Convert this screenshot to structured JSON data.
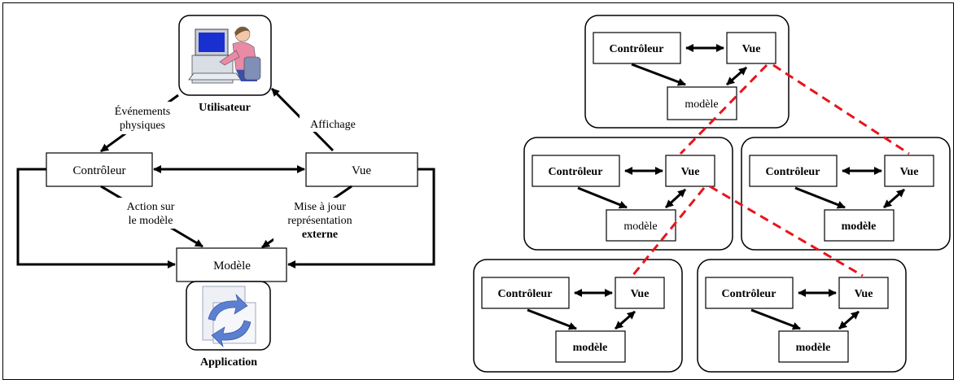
{
  "left": {
    "user_caption": "Utilisateur",
    "app_caption": "Application",
    "controller": "Contrôleur",
    "view": "Vue",
    "model": "Modèle",
    "events_line1": "Événements",
    "events_line2": "physiques",
    "display": "Affichage",
    "action_line1": "Action sur",
    "action_line2": "le modèle",
    "update_line1": "Mise à jour",
    "update_line2": "représentation",
    "update_line3": "externe"
  },
  "right": {
    "units": [
      {
        "controller": "Contrôleur",
        "view": "Vue",
        "model": "modèle",
        "model_bold": false
      },
      {
        "controller": "Contrôleur",
        "view": "Vue",
        "model": "modèle",
        "model_bold": false
      },
      {
        "controller": "Contrôleur",
        "view": "Vue",
        "model": "modèle",
        "model_bold": true
      },
      {
        "controller": "Contrôleur",
        "view": "Vue",
        "model": "modèle",
        "model_bold": true
      },
      {
        "controller": "Contrôleur",
        "view": "Vue",
        "model": "modèle",
        "model_bold": true
      }
    ]
  },
  "colors": {
    "hierarchy_dash": "#e8141c",
    "line": "#000000",
    "monitor_screen": "#1a2fd0",
    "person_shirt": "#e98aa6",
    "app_arrows": "#5b7fd1"
  },
  "icons": [
    "user-at-computer-icon",
    "application-cycle-icon"
  ]
}
